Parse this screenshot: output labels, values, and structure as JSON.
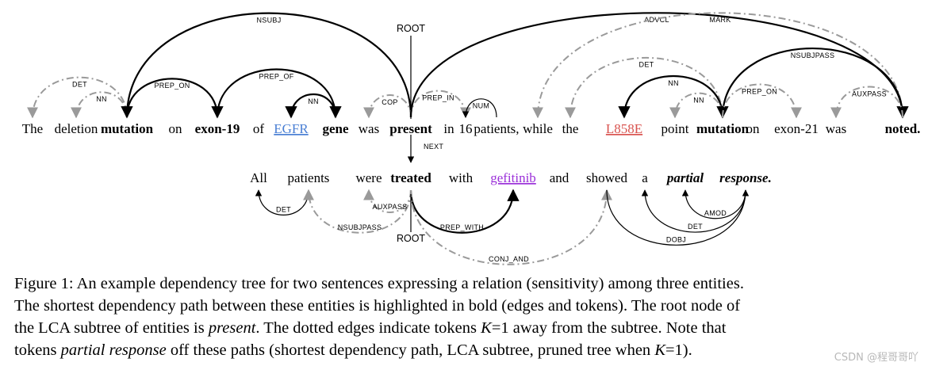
{
  "sentence1": [
    {
      "text": "The",
      "style": "n"
    },
    {
      "text": "deletion",
      "style": "n"
    },
    {
      "text": "mutation",
      "style": "b"
    },
    {
      "text": "on",
      "style": "n"
    },
    {
      "text": "exon-19",
      "style": "b"
    },
    {
      "text": "of",
      "style": "n"
    },
    {
      "text": "EGFR",
      "style": "ent-blue"
    },
    {
      "text": "gene",
      "style": "b"
    },
    {
      "text": "was",
      "style": "n"
    },
    {
      "text": "present",
      "style": "b"
    },
    {
      "text": "in",
      "style": "n"
    },
    {
      "text": "16",
      "style": "n"
    },
    {
      "text": "patients,",
      "style": "n"
    },
    {
      "text": "while",
      "style": "n"
    },
    {
      "text": "the",
      "style": "n"
    },
    {
      "text": "L858E",
      "style": "ent-red"
    },
    {
      "text": "point",
      "style": "n"
    },
    {
      "text": "mutation",
      "style": "b"
    },
    {
      "text": "on",
      "style": "n"
    },
    {
      "text": "exon-21",
      "style": "n"
    },
    {
      "text": "was",
      "style": "n"
    },
    {
      "text": "noted.",
      "style": "b"
    }
  ],
  "sentence2": [
    {
      "text": "All",
      "style": "n"
    },
    {
      "text": "patients",
      "style": "n"
    },
    {
      "text": "were",
      "style": "n"
    },
    {
      "text": "treated",
      "style": "b"
    },
    {
      "text": "with",
      "style": "n"
    },
    {
      "text": "gefitinib",
      "style": "ent-purple"
    },
    {
      "text": "and",
      "style": "n"
    },
    {
      "text": "showed",
      "style": "n"
    },
    {
      "text": "a",
      "style": "n"
    },
    {
      "text": "partial",
      "style": "bi"
    },
    {
      "text": "response.",
      "style": "bi"
    }
  ],
  "root_labels": [
    "ROOT",
    "ROOT"
  ],
  "next_label": "NEXT",
  "arcs1": [
    {
      "from": 2,
      "to": 0,
      "label": "DET",
      "style": "dash"
    },
    {
      "from": 2,
      "to": 1,
      "label": "NN",
      "style": "dash"
    },
    {
      "from": 9,
      "to": 2,
      "label": "NSUBJ",
      "style": "bold"
    },
    {
      "from": 2,
      "to": 4,
      "label": "PREP_ON",
      "style": "bold"
    },
    {
      "from": 4,
      "to": 7,
      "label": "PREP_OF",
      "style": "bold"
    },
    {
      "from": 7,
      "to": 6,
      "label": "NN",
      "style": "bold"
    },
    {
      "from": 9,
      "to": 8,
      "label": "COP",
      "style": "dash"
    },
    {
      "from": 9,
      "to": 11,
      "label": "PREP_IN",
      "style": "dash"
    },
    {
      "from": 12,
      "to": 11,
      "label": "NUM",
      "style": "solid"
    },
    {
      "from": 9,
      "to": 21,
      "label": "ADVCL",
      "style": "bold"
    },
    {
      "from": 21,
      "to": 13,
      "label": "MARK",
      "style": "dash"
    },
    {
      "from": 17,
      "to": 14,
      "label": "DET",
      "style": "dash"
    },
    {
      "from": 17,
      "to": 15,
      "label": "NN",
      "style": "bold"
    },
    {
      "from": 17,
      "to": 16,
      "label": "NN",
      "style": "dash"
    },
    {
      "from": 21,
      "to": 17,
      "label": "NSUBJPASS",
      "style": "bold"
    },
    {
      "from": 17,
      "to": 19,
      "label": "PREP_ON",
      "style": "dash"
    },
    {
      "from": 21,
      "to": 20,
      "label": "AUXPASS",
      "style": "dash"
    }
  ],
  "arcs2": [
    {
      "from": 1,
      "to": 0,
      "label": "DET",
      "style": "solid"
    },
    {
      "from": 3,
      "to": 1,
      "label": "NSUBJPASS",
      "style": "dash"
    },
    {
      "from": 3,
      "to": 2,
      "label": "AUXPASS",
      "style": "dash"
    },
    {
      "from": 3,
      "to": 5,
      "label": "PREP_WITH",
      "style": "bold"
    },
    {
      "from": 3,
      "to": 7,
      "label": "CONJ_AND",
      "style": "dash"
    },
    {
      "from": 10,
      "to": 9,
      "label": "AMOD",
      "style": "solid"
    },
    {
      "from": 10,
      "to": 8,
      "label": "DET",
      "style": "solid"
    },
    {
      "from": 7,
      "to": 10,
      "label": "DOBJ",
      "style": "solid"
    }
  ],
  "caption_lines": [
    [
      {
        "t": "Figure 1: An example dependency tree for two sentences expressing a relation (sensitivity) among three entities."
      }
    ],
    [
      {
        "t": "The shortest dependency path between these entities is highlighted in bold (edges and tokens). The root node of"
      }
    ],
    [
      {
        "t": "the LCA subtree of entities is "
      },
      {
        "t": "present",
        "i": true
      },
      {
        "t": ". The dotted edges indicate tokens "
      },
      {
        "t": "K",
        "i": true
      },
      {
        "t": "=1 away from the subtree. Note that"
      }
    ],
    [
      {
        "t": "tokens "
      },
      {
        "t": "partial response",
        "i": true
      },
      {
        "t": " off these paths (shortest dependency path, LCA subtree, pruned tree when "
      },
      {
        "t": "K",
        "i": true
      },
      {
        "t": "=1)."
      }
    ]
  ],
  "watermark": "CSDN @程哥哥吖"
}
